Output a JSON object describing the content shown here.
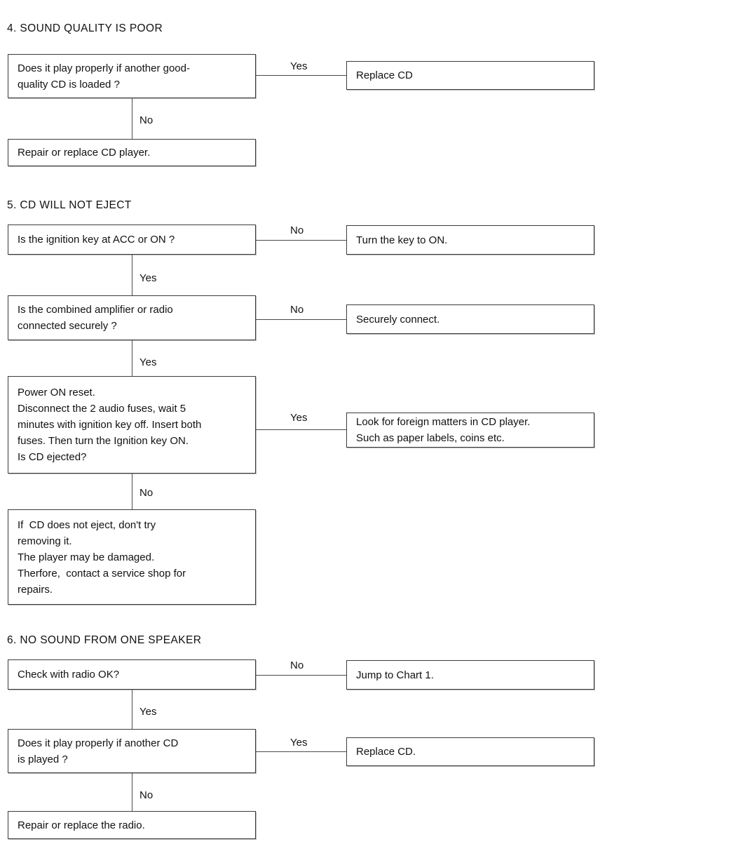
{
  "document": {
    "type": "troubleshooting-flow-charts",
    "subject": "CD player / radio diagnostics"
  },
  "sections": [
    {
      "number": "4.",
      "heading": "4.  SOUND QUALITY IS POOR",
      "nodes": {
        "q1": {
          "lines": [
            "Does it play properly if another good-",
            "quality CD is loaded ?"
          ]
        },
        "yes1": {
          "lines": [
            "Replace CD"
          ]
        },
        "no1": {
          "lines": [
            "Repair or replace CD player."
          ]
        }
      },
      "labels": {
        "branch_yes_1": "Yes",
        "branch_no_1": "No"
      }
    },
    {
      "number": "5.",
      "heading": "5.  CD WILL NOT EJECT",
      "nodes": {
        "q1": {
          "lines": [
            "Is the ignition key at ACC or ON ?"
          ]
        },
        "no1": {
          "lines": [
            "Turn the key to ON."
          ]
        },
        "q2": {
          "lines": [
            "Is the combined amplifier or radio",
            "connected securely ?"
          ]
        },
        "no2": {
          "lines": [
            "Securely connect."
          ]
        },
        "q3": {
          "lines": [
            "Power ON reset.",
            "Disconnect the 2 audio fuses, wait 5",
            "minutes with ignition key off. Insert both",
            "fuses. Then turn the Ignition key ON.",
            "Is CD ejected?"
          ]
        },
        "yes3": {
          "lines": [
            "Look for foreign matters in CD player.",
            "Such as paper labels, coins etc."
          ]
        },
        "no3": {
          "lines": [
            "If  CD does not eject, don't try",
            "removing it.",
            "The player may be damaged.",
            "Therfore,  contact a service shop for",
            "repairs."
          ]
        }
      },
      "labels": {
        "branch_no_1": "No",
        "branch_yes_1": "Yes",
        "branch_no_2": "No",
        "branch_yes_2": "Yes",
        "branch_yes_3": "Yes",
        "branch_no_3": "No"
      }
    },
    {
      "number": "6.",
      "heading": "6.  NO SOUND FROM ONE SPEAKER",
      "nodes": {
        "q1": {
          "lines": [
            "Check with radio OK?"
          ]
        },
        "no1": {
          "lines": [
            "Jump to Chart 1."
          ]
        },
        "q2": {
          "lines": [
            "Does it play properly if another CD",
            "is played ?"
          ]
        },
        "yes2": {
          "lines": [
            "Replace CD."
          ]
        },
        "no2": {
          "lines": [
            "Repair or replace the radio."
          ]
        }
      },
      "labels": {
        "branch_no_1": "No",
        "branch_yes_1": "Yes",
        "branch_yes_2": "Yes",
        "branch_no_2": "No"
      }
    }
  ],
  "colors": {
    "page_background": "#ffffff",
    "box_border": "#3b3b3b",
    "box_shadow": "#b9b9b9",
    "connector": "#4a4a4a",
    "text": "#111111"
  }
}
